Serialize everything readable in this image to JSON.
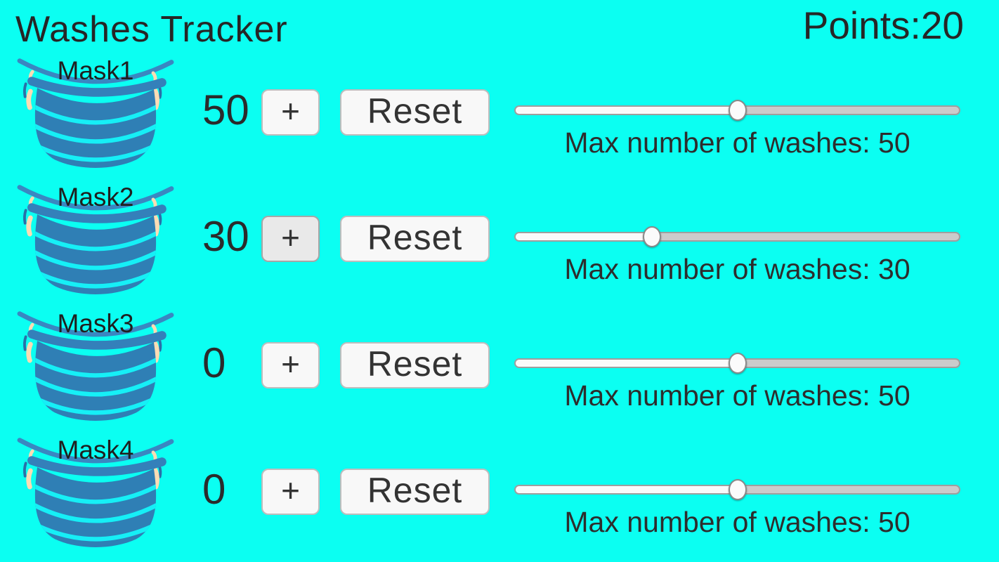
{
  "header": {
    "title": "Washes Tracker",
    "points_label": "Points:",
    "points_value": "20"
  },
  "colors": {
    "background": "#0BFFF2",
    "text": "#2B2B2B",
    "mask_body": "#2F7FB5",
    "mask_rim": "#3480BA",
    "mask_strap_arc": "#3A87C1",
    "mask_stripe": "#16EFF6",
    "mask_ear_skin": "#FBDCB4",
    "button_bg": "#F8F8F8",
    "button_bg_active": "#E9E9E9",
    "slider_fill": "#FAFAFA",
    "slider_track": "#CBCBCB"
  },
  "rows": [
    {
      "label": "Mask1",
      "count": "50",
      "plus_label": "+",
      "plus_active": false,
      "reset_label": "Reset",
      "slider_value": 50,
      "slider_min": 0,
      "slider_max": 100,
      "max_washes_label": "Max number of washes: 50"
    },
    {
      "label": "Mask2",
      "count": "30",
      "plus_label": "+",
      "plus_active": true,
      "reset_label": "Reset",
      "slider_value": 30,
      "slider_min": 0,
      "slider_max": 100,
      "max_washes_label": "Max number of washes: 30"
    },
    {
      "label": "Mask3",
      "count": "0",
      "plus_label": "+",
      "plus_active": false,
      "reset_label": "Reset",
      "slider_value": 50,
      "slider_min": 0,
      "slider_max": 100,
      "max_washes_label": "Max number of washes: 50"
    },
    {
      "label": "Mask4",
      "count": "0",
      "plus_label": "+",
      "plus_active": false,
      "reset_label": "Reset",
      "slider_value": 50,
      "slider_min": 0,
      "slider_max": 100,
      "max_washes_label": "Max number of washes: 50"
    }
  ]
}
